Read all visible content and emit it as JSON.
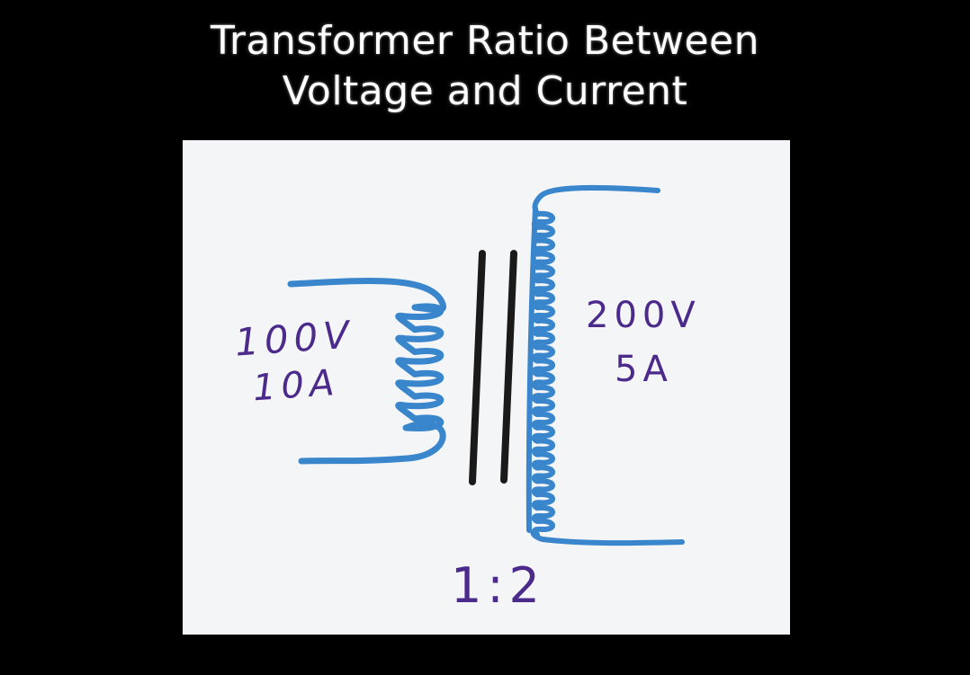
{
  "title": {
    "line1": "Transformer Ratio Between",
    "line2": "Voltage and Current"
  },
  "primary": {
    "voltage": "100V",
    "current": "10A",
    "turns": 6
  },
  "secondary": {
    "voltage": "200V",
    "current": "5A",
    "turns": 24
  },
  "ratio": "1:2",
  "colors": {
    "background": "#000000",
    "board": "#f4f5f7",
    "coil": "#3a86cc",
    "core": "#1a1a1a",
    "ink": "#4b2a8c",
    "title": "#ffffff"
  }
}
